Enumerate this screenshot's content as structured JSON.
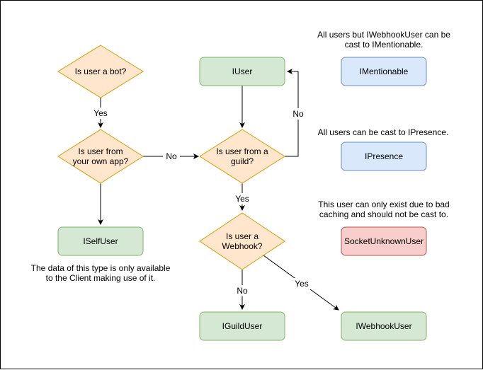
{
  "colors": {
    "decision_fill": "#ffe6cc",
    "decision_stroke": "#d79b00",
    "terminal_fill": "#d5e8d4",
    "terminal_stroke": "#82b366",
    "info_fill": "#dae8fc",
    "info_stroke": "#6c8ebf",
    "warn_fill": "#f8cecc",
    "warn_stroke": "#b85450",
    "edge": "#000000"
  },
  "nodes": {
    "is_bot": [
      "Is user a bot?"
    ],
    "own_app": [
      "Is user from",
      "your own app?"
    ],
    "from_guild": [
      "Is user from a",
      "guild?"
    ],
    "webhook": [
      "Is user a",
      "Webhook?"
    ],
    "iuser": "IUser",
    "iselfuser": "ISelfUser",
    "iguilduser": "IGuildUser",
    "iwebhookuser": "IWebhookUser",
    "imentionable": "IMentionable",
    "ipresence": "IPresence",
    "socketunknownuser": "SocketUnknownUser"
  },
  "edge_labels": {
    "bot_yes": "Yes",
    "own_app_no": "No",
    "guild_no": "No",
    "guild_yes": "Yes",
    "webhook_no": "No",
    "webhook_yes": "Yes"
  },
  "notes": {
    "mentionable": [
      "All users but IWebhookUser can be",
      "cast to IMentionable."
    ],
    "presence": [
      "All users can be cast to IPresence."
    ],
    "unknown": [
      "This user can only exist due to bad",
      "caching and should not be cast to."
    ],
    "selfuser": [
      "The data of this type is only available",
      "to the Client making use of it."
    ]
  }
}
